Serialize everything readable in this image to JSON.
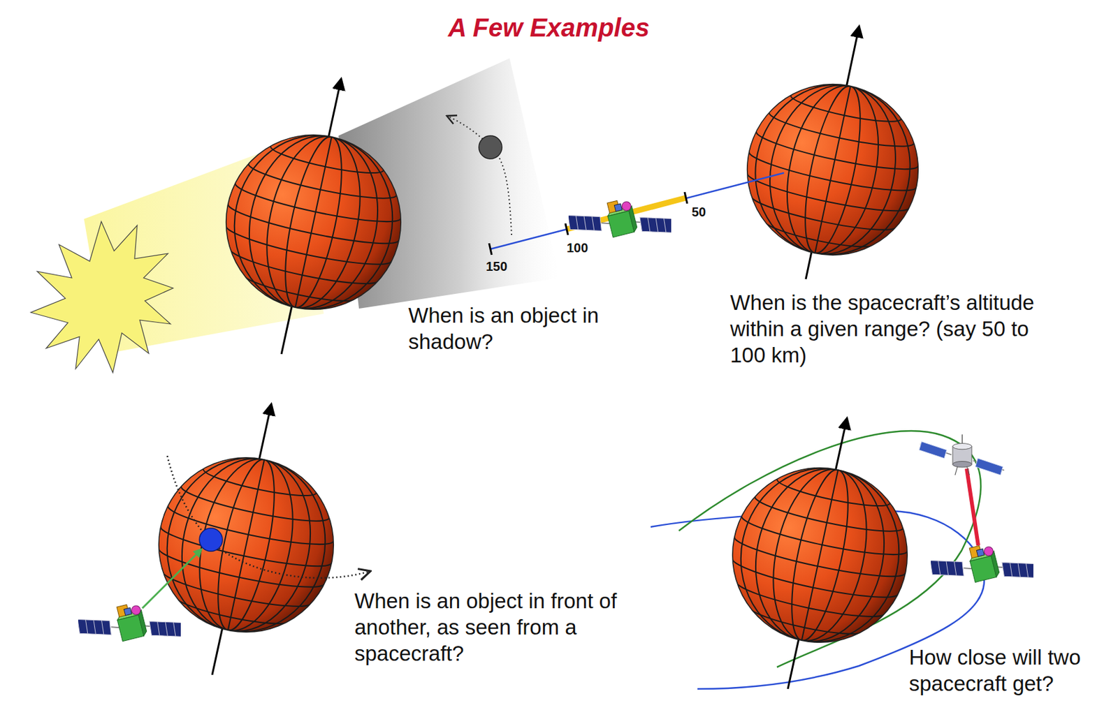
{
  "diagram": {
    "title": "A Few Examples",
    "labels": [
      "150",
      "100",
      "50",
      "When is an object in shadow?",
      "When is the spacecraft’s altitude within a given range? (say 50 to 100 km)",
      "When is an object in front of another, as seen from a spacecraft?",
      "How close will two spacecraft get?"
    ]
  }
}
